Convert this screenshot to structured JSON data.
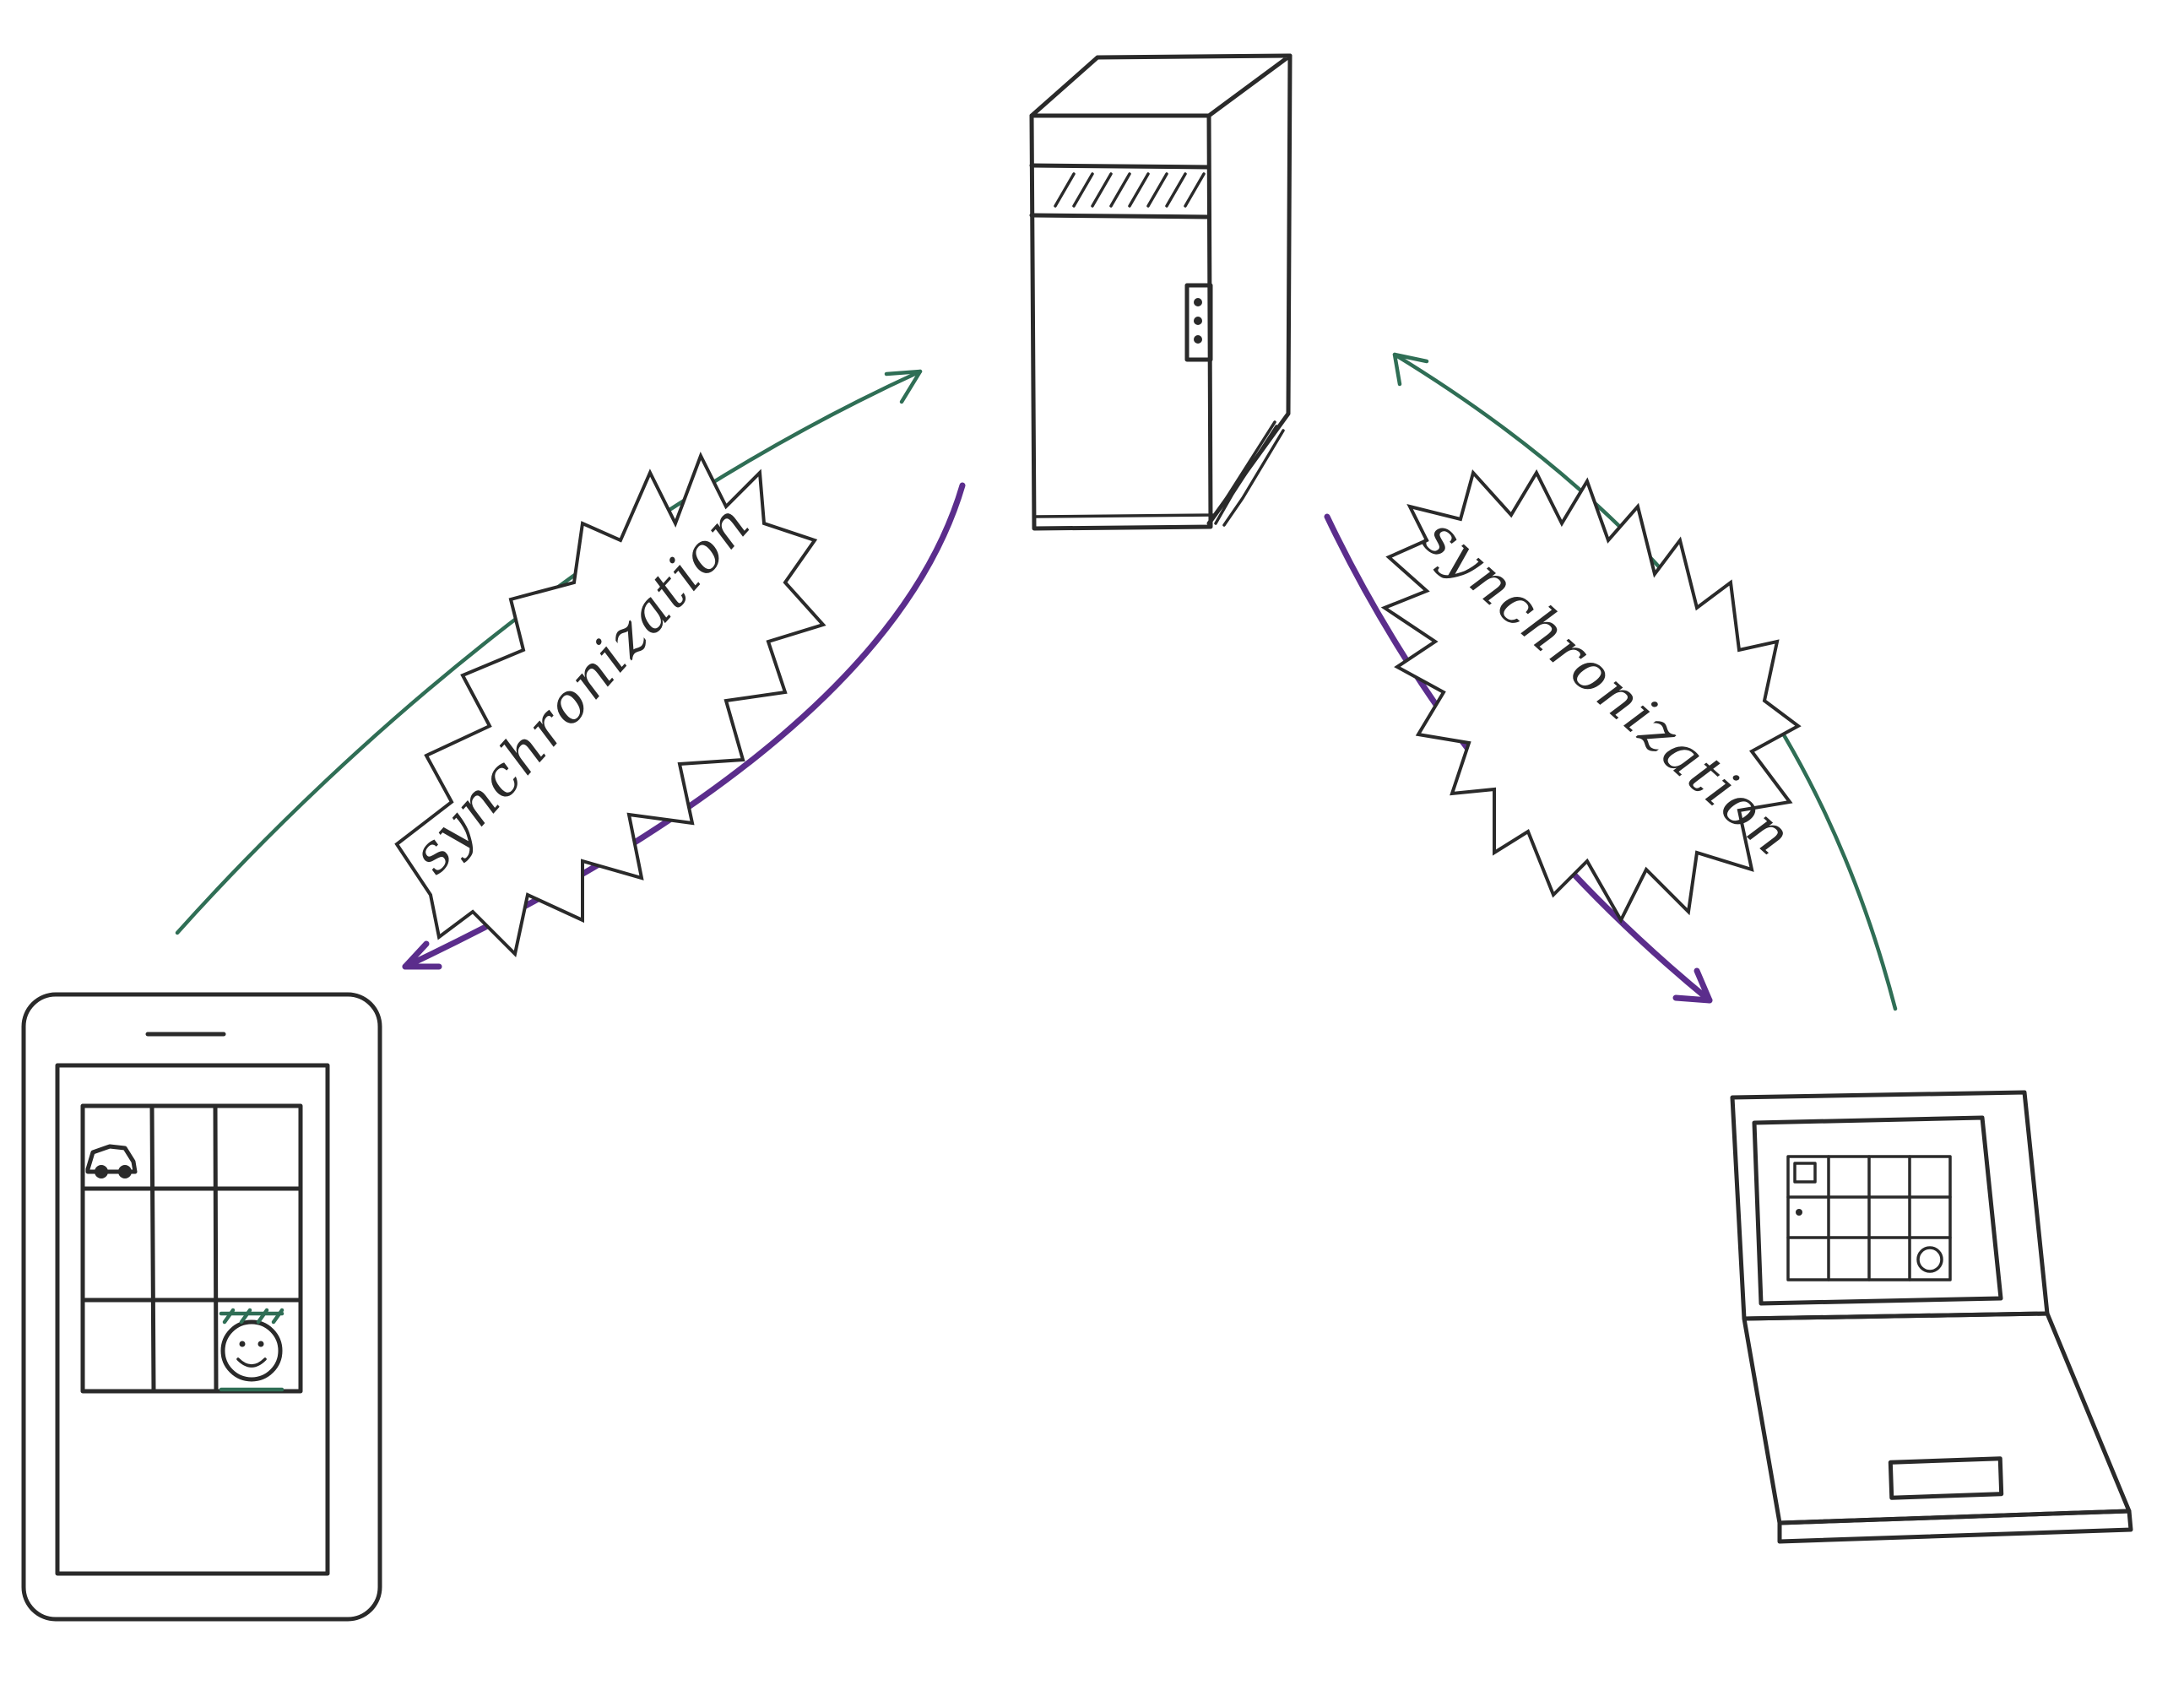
{
  "diagram": {
    "nodes": [
      {
        "id": "server",
        "icon": "server-tower-icon"
      },
      {
        "id": "phone",
        "icon": "smartphone-icon"
      },
      {
        "id": "laptop",
        "icon": "laptop-icon"
      }
    ],
    "links": {
      "left": {
        "from": "phone",
        "to": "server",
        "label": "synchronization"
      },
      "right": {
        "from": "laptop",
        "to": "server",
        "label": "synchronization"
      }
    },
    "colors": {
      "ink": "#2a2a2a",
      "upload_arrow": "#2f6e55",
      "download_arrow": "#5b2d8c",
      "background": "#ffffff"
    }
  }
}
